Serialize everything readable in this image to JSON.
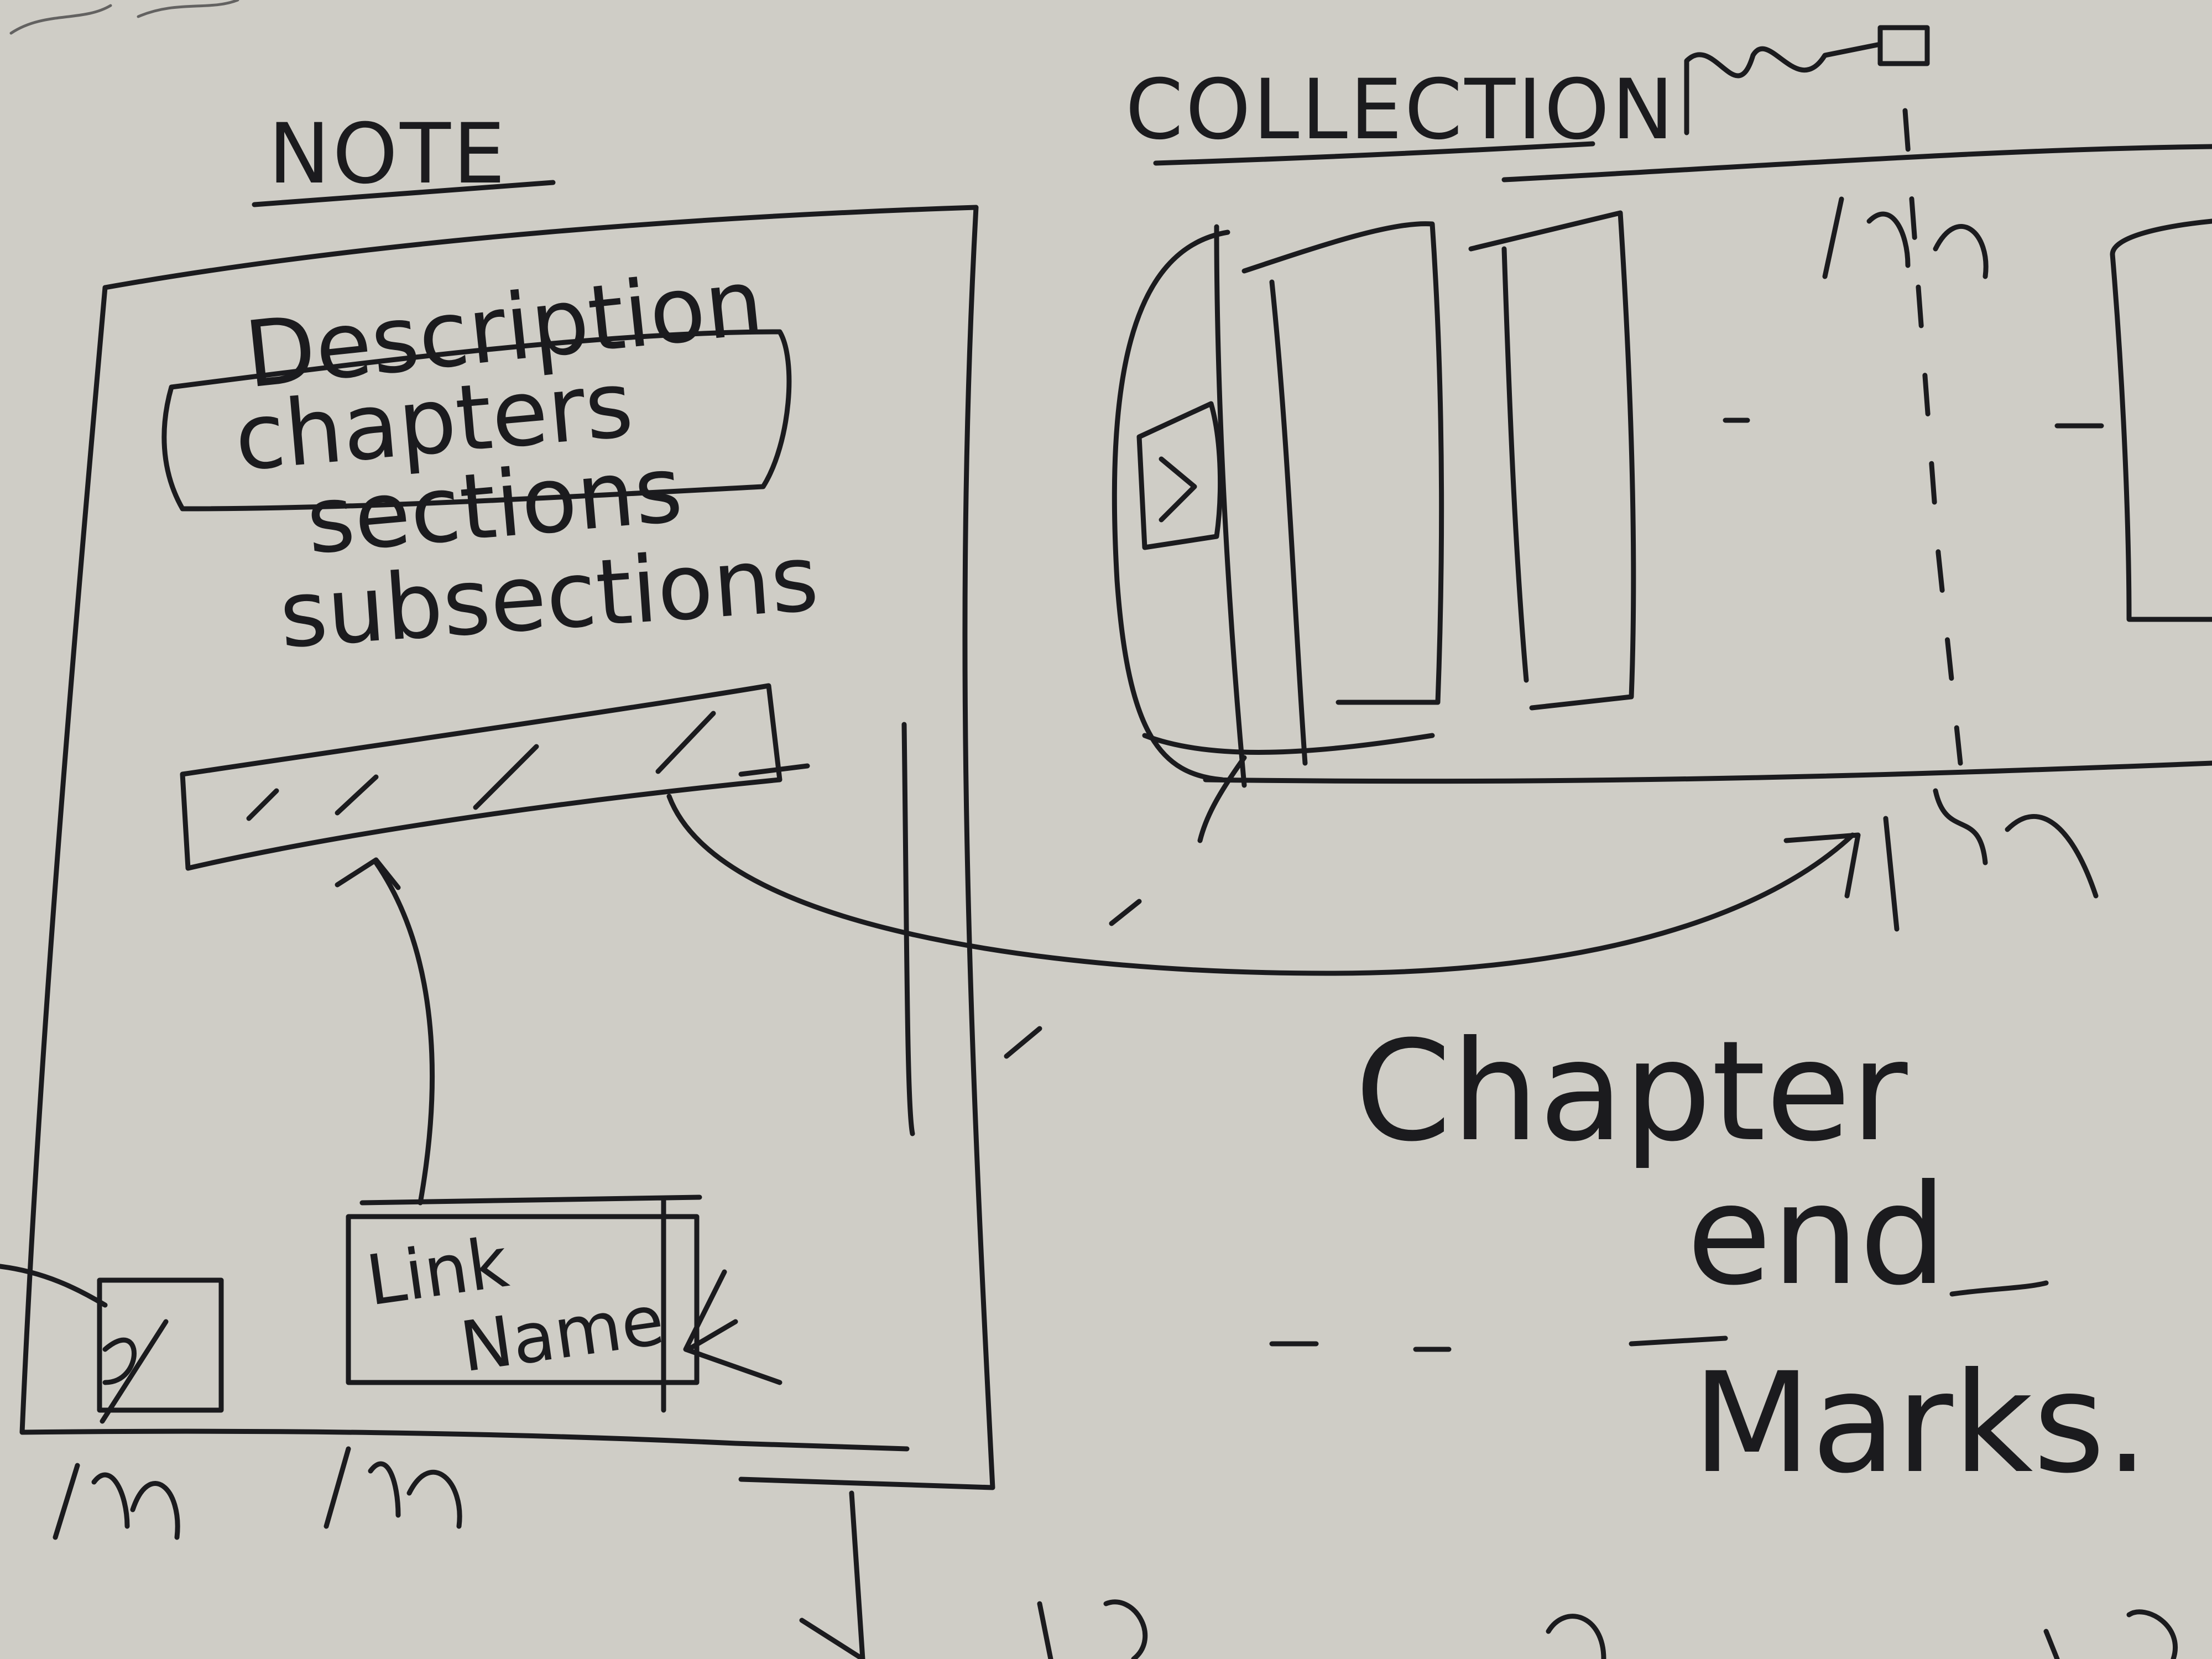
{
  "note_panel": {
    "title": "NOTE",
    "outline_items": [
      "Description",
      "chapters",
      "sections",
      "subsections"
    ],
    "link_box_label_1": "Link",
    "link_box_label_2": "Name"
  },
  "collection_panel": {
    "title": "COLLECTION"
  },
  "annotations": {
    "chapter_label_1": "Chapter",
    "chapter_label_2": "end",
    "chapter_label_3": "Marks."
  },
  "colors": {
    "paper": "#cfcdc6",
    "ink": "#1b1b1e"
  }
}
